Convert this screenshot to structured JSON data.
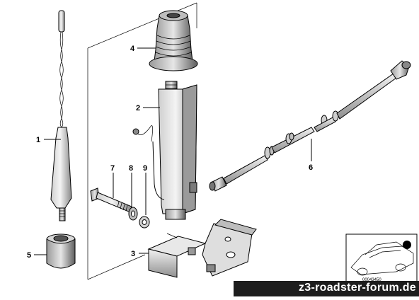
{
  "diagram": {
    "callouts": [
      {
        "id": "1",
        "label": "1"
      },
      {
        "id": "2",
        "label": "2"
      },
      {
        "id": "3",
        "label": "3"
      },
      {
        "id": "4",
        "label": "4"
      },
      {
        "id": "5",
        "label": "5"
      },
      {
        "id": "6",
        "label": "6"
      },
      {
        "id": "7",
        "label": "7"
      },
      {
        "id": "8",
        "label": "8"
      },
      {
        "id": "9",
        "label": "9"
      }
    ],
    "catalog_number": "00043450"
  },
  "watermark": {
    "text": "z3-roadster-forum.de"
  }
}
